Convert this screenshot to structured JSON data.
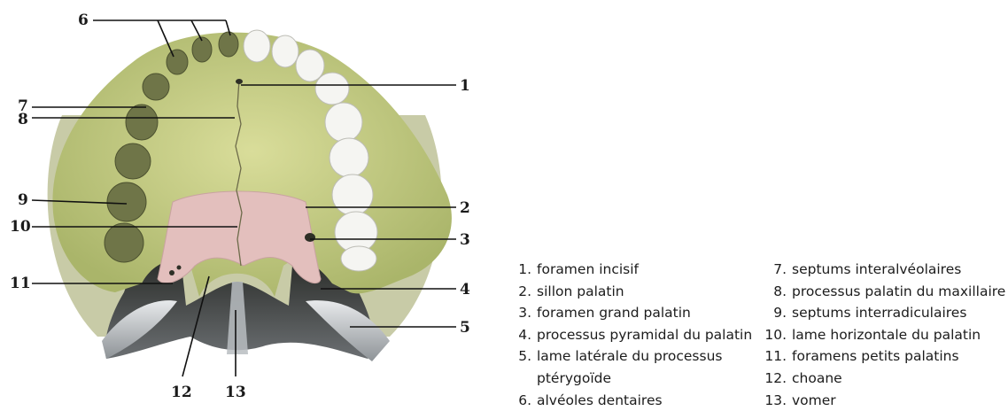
{
  "labels": [
    {
      "number": "1",
      "text": "foramen incisif"
    },
    {
      "number": "2",
      "text": "sillon palatin"
    },
    {
      "number": "3",
      "text": "foramen grand palatin"
    },
    {
      "number": "4",
      "text": "processus pyramidal du palatin"
    },
    {
      "number": "5",
      "text": "lame latérale du processus ptérygoïde"
    },
    {
      "number": "6",
      "text": "alvéoles dentaires"
    },
    {
      "number": "7",
      "text": "septums interalvéolaires"
    },
    {
      "number": "8",
      "text": "processus palatin du maxillaire"
    },
    {
      "number": "9",
      "text": "septums interradiculaires"
    },
    {
      "number": "10",
      "text": "lame horizontale du palatin"
    },
    {
      "number": "11",
      "text": "foramens petits palatins"
    },
    {
      "number": "12",
      "text": "choane"
    },
    {
      "number": "13",
      "text": "vomer"
    }
  ],
  "colors": {
    "maxilla": "#c9d08a",
    "maxilla_shadow": "#a9b36a",
    "palatine": "#e6c2c0",
    "teeth": "#f4f4f2",
    "sockets": "#6f7548",
    "pterygoid": "#cfd2d6",
    "choana": "#3a3d3a"
  }
}
